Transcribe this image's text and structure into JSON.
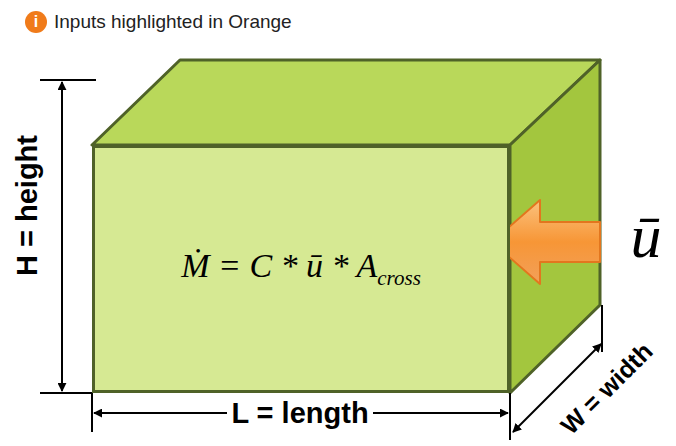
{
  "diagram": {
    "nodes": [
      {
        "text": [
          "Ṁ = C * ū * A",
          "cross"
        ]
      }
    ],
    "labels": [
      "i",
      "Inputs highlighted in Orange",
      "H = height",
      "L = length",
      "W = width",
      "ū"
    ]
  }
}
